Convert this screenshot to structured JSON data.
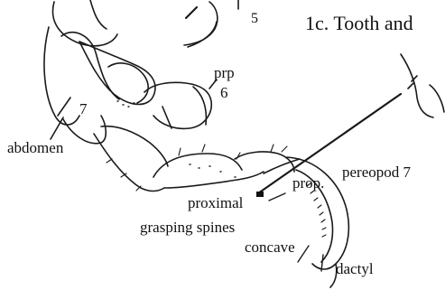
{
  "figure": {
    "panel_title": "1c. Tooth and",
    "labels": {
      "segment_5": "5",
      "prp": "prp",
      "segment_6": "6",
      "segment_7": "7",
      "abdomen": "abdomen",
      "pereopod_7": "pereopod 7",
      "prop": "prop.",
      "proximal": "proximal",
      "grasping_spines": "grasping spines",
      "concave": "concave",
      "dactyl": "dactyl"
    }
  }
}
